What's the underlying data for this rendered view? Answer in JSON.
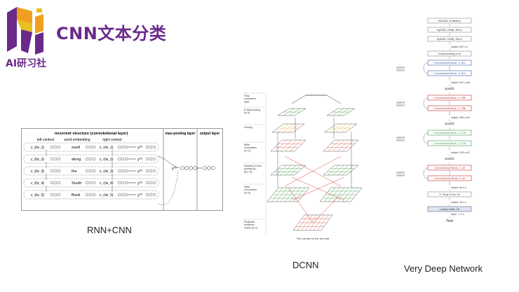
{
  "header": {
    "brand": "AI研习社",
    "title": "CNN文本分类"
  },
  "captions": {
    "rnn_cnn": "RNN+CNN",
    "dcnn": "DCNN",
    "vdcnn": "Very Deep Network"
  },
  "rnn_diagram": {
    "recurrent_header": "recurrent structure (convolutional layer)",
    "maxpool_header": "max-pooling layer",
    "output_header": "output layer",
    "left_context": "left context",
    "word_embedding": "word embedding",
    "right_context": "right context",
    "words": [
      "swell",
      "along",
      "the",
      "South",
      "Bank"
    ],
    "pool_label": "y⁽³⁾",
    "left_terms": [
      "c_l(w_1)",
      "c_l(w_2)",
      "c_l(w_3)",
      "c_l(w_4)",
      "c_l(w_5)"
    ],
    "right_terms": [
      "c_r(w_1)",
      "c_r(w_2)",
      "c_r(w_3)",
      "c_r(w_4)",
      "c_r(w_5)"
    ],
    "y_terms": [
      "y⁽²⁾",
      "y⁽²⁾",
      "y⁽²⁾",
      "y⁽²⁾",
      "y⁽²⁾"
    ]
  },
  "dcnn_diagram": {
    "labels": [
      "Fully connected layer",
      "K-Max pooling (k=3)",
      "Folding",
      "Wide convolution (m=2)",
      "Dynamic k-max pooling (k= f(s) =5)",
      "Wide convolution (m=3)",
      "Projected sentence matrix (s=7)"
    ],
    "sentence": "The cat sat on the red mat"
  },
  "vdcnn_diagram": {
    "blocks": [
      {
        "text": "fc(2048, nClasses)",
        "kind": "fc"
      },
      {
        "text": "fc(2048, 2048), ReLU",
        "kind": "fc"
      },
      {
        "text": "fc(4096, 2048), ReLU",
        "kind": "fc"
      },
      {
        "text": "output: 512 x k",
        "kind": "note"
      },
      {
        "text": "k-max pooling, k=8",
        "kind": "fc"
      },
      {
        "text": "Convolutional Block, 3, 512",
        "kind": "conv-blue"
      },
      {
        "text": "Convolutional Block, 3, 512",
        "kind": "conv-blue"
      },
      {
        "text": "output: 512 x s/8",
        "kind": "note"
      },
      {
        "text": "pool/2",
        "kind": "pool"
      },
      {
        "text": "Convolutional Block, 3, 256",
        "kind": "conv-red"
      },
      {
        "text": "Convolutional Block, 3, 256",
        "kind": "conv-red"
      },
      {
        "text": "output: 256 x s/4",
        "kind": "note"
      },
      {
        "text": "pool/2",
        "kind": "pool"
      },
      {
        "text": "Convolutional Block, 3, 128",
        "kind": "conv-green"
      },
      {
        "text": "Convolutional Block, 3, 128",
        "kind": "conv-green"
      },
      {
        "text": "output: 128 x s/2",
        "kind": "note"
      },
      {
        "text": "pool/2",
        "kind": "pool"
      },
      {
        "text": "Convolutional Block, 3, 64",
        "kind": "conv-red"
      },
      {
        "text": "Convolutional Block, 3, 64",
        "kind": "conv-red"
      },
      {
        "text": "output: 64 x s",
        "kind": "note"
      },
      {
        "text": "3, Temp Conv, 64",
        "kind": "fc"
      },
      {
        "text": "output: 16 x s",
        "kind": "note"
      },
      {
        "text": "Lookup table, 16",
        "kind": "lookup"
      },
      {
        "text": "input : 1 x s",
        "kind": "note"
      },
      {
        "text": "Text",
        "kind": "text"
      }
    ],
    "shortcut_label": "optional shortcut"
  },
  "colors": {
    "brand_purple": "#6a2a8a",
    "logo_orange": "#f0a020",
    "dcnn_green": "#3a9a3a",
    "dcnn_red": "#d94a3a",
    "dcnn_orange": "#f0a030",
    "vd_blue": "#3a5aa8",
    "vd_red": "#c03030",
    "vd_green": "#3a9a4a"
  }
}
